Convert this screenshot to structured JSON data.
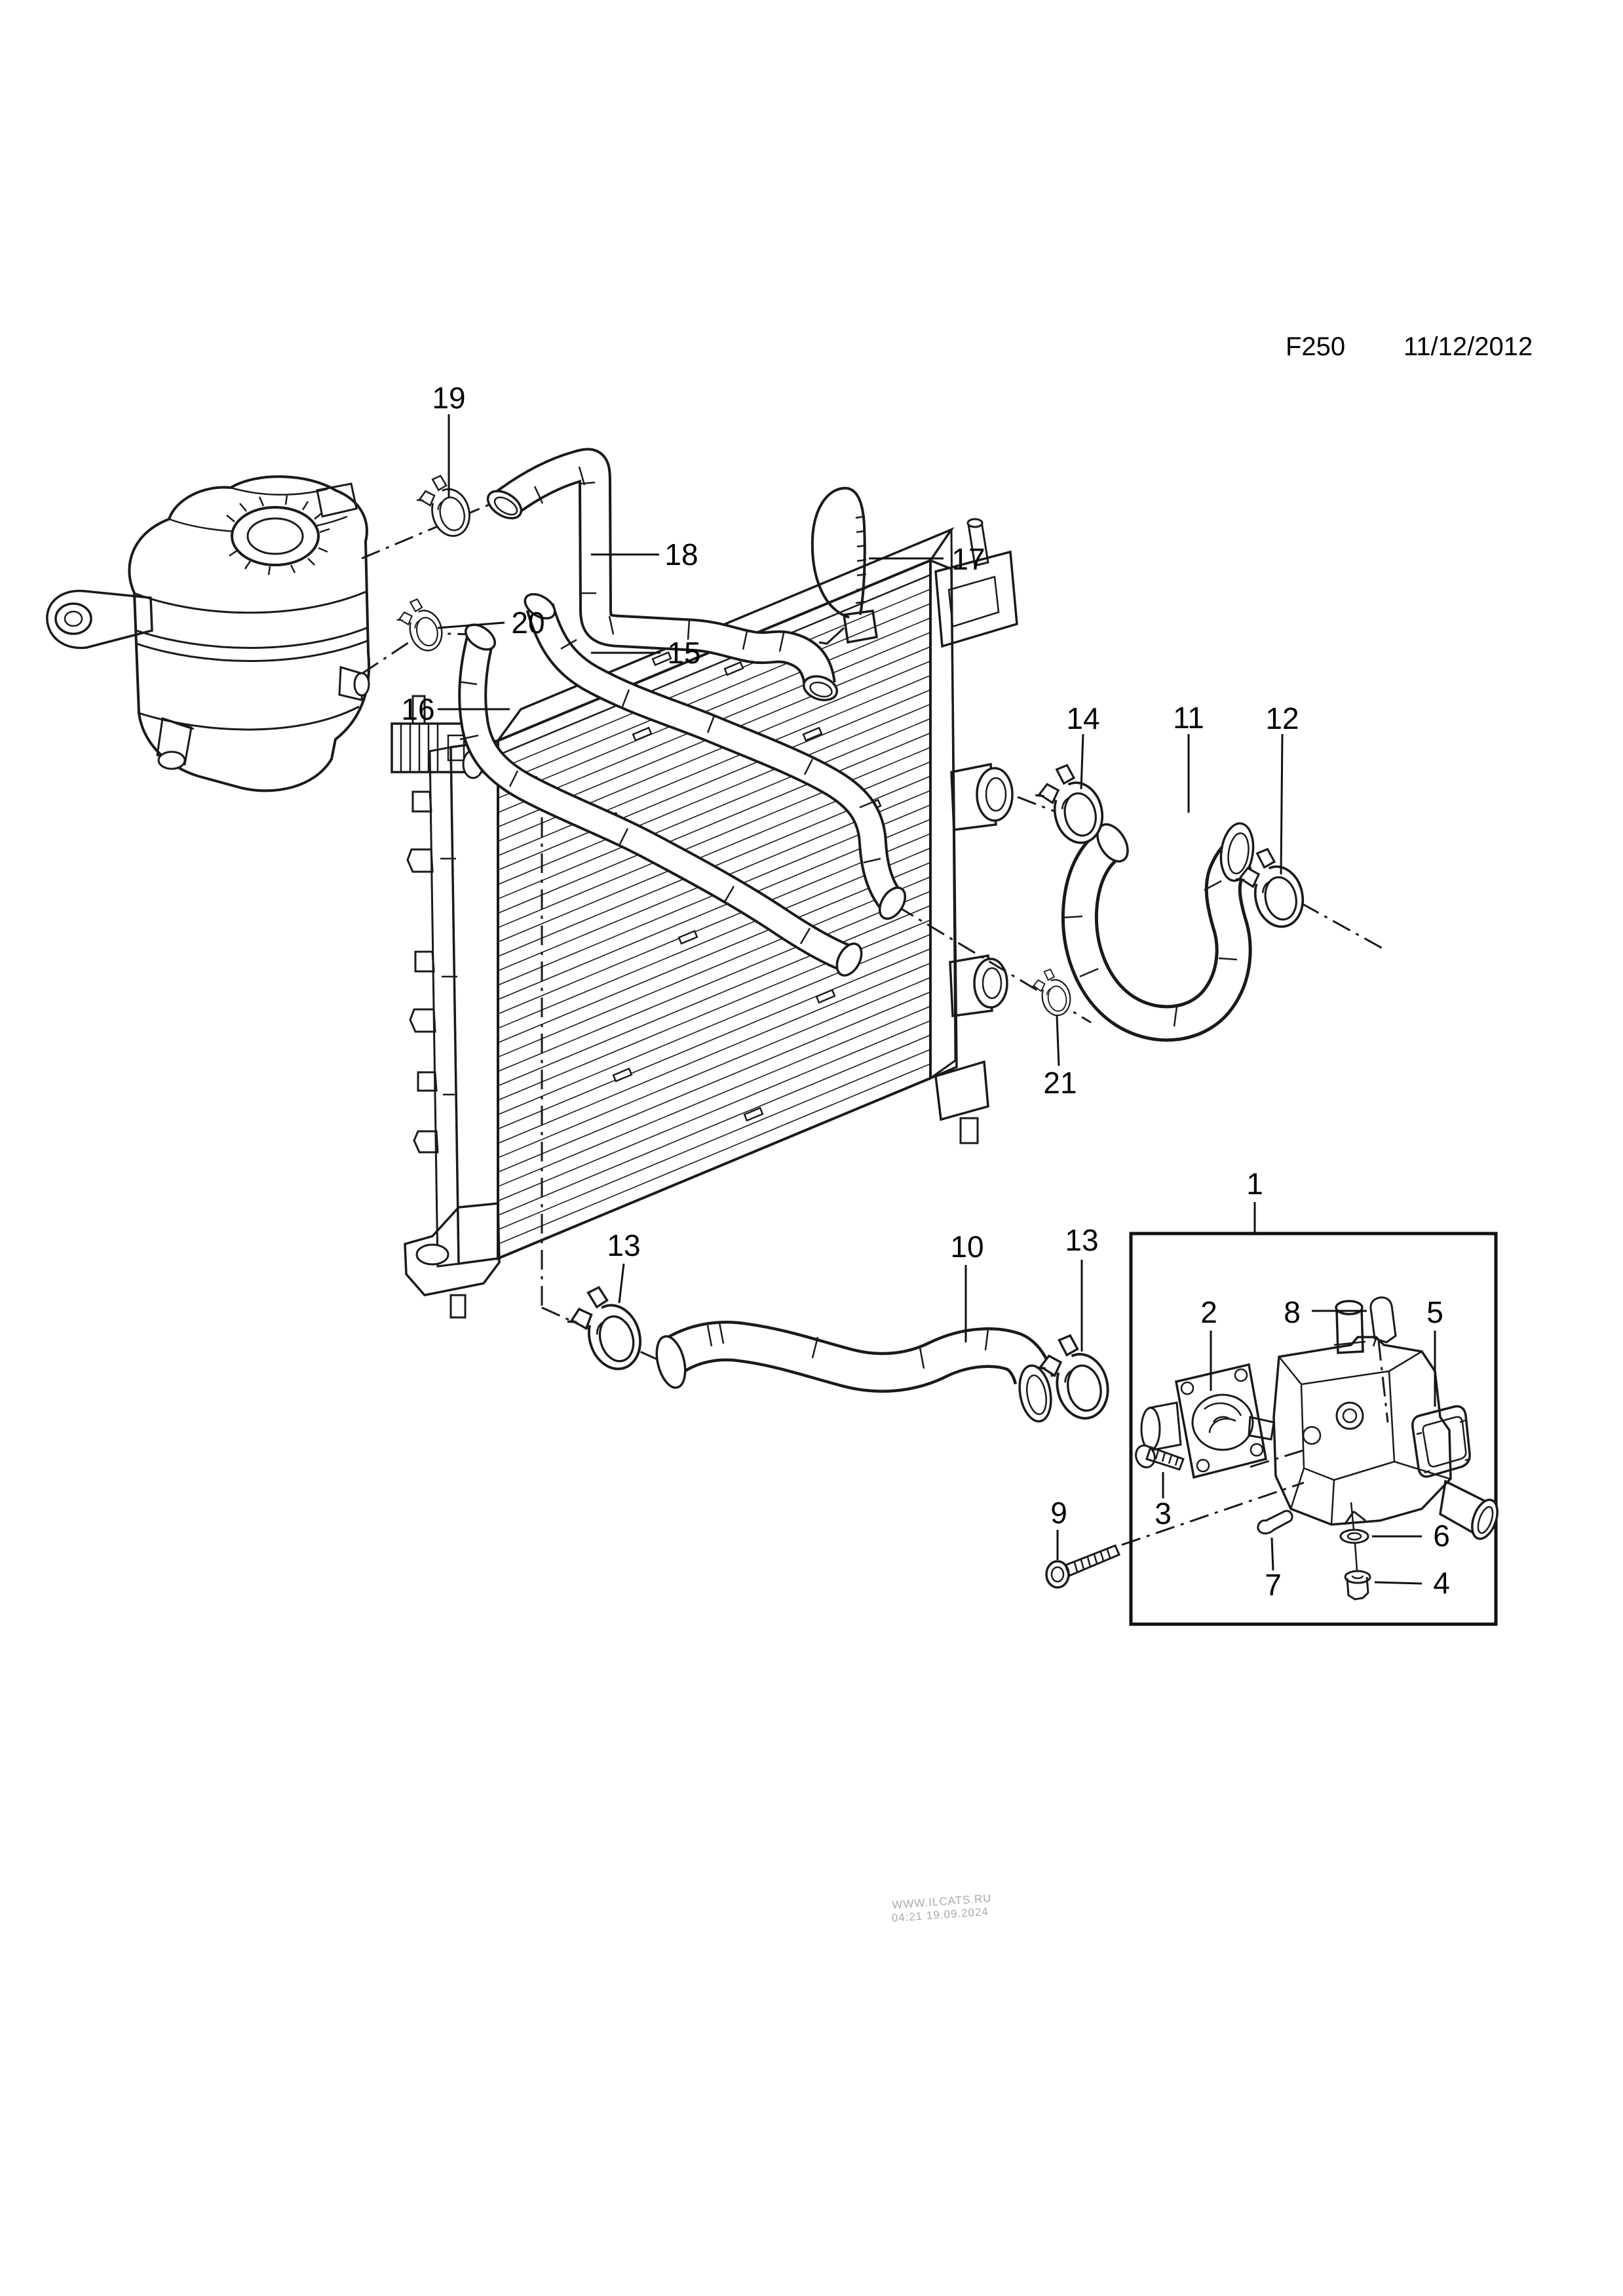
{
  "header": {
    "doc_code": "F250",
    "doc_date": "11/12/2012"
  },
  "watermark": {
    "line1": "WWW.ILCATS.RU",
    "line2": "04:21 19.09.2024"
  },
  "callouts": [
    {
      "num": "19"
    },
    {
      "num": "18"
    },
    {
      "num": "17"
    },
    {
      "num": "20"
    },
    {
      "num": "15"
    },
    {
      "num": "16"
    },
    {
      "num": "14"
    },
    {
      "num": "11"
    },
    {
      "num": "12"
    },
    {
      "num": "21"
    },
    {
      "num": "13"
    },
    {
      "num": "10"
    },
    {
      "num": "13"
    },
    {
      "num": "1"
    },
    {
      "num": "2"
    },
    {
      "num": "8"
    },
    {
      "num": "5"
    },
    {
      "num": "3"
    },
    {
      "num": "9"
    },
    {
      "num": "7"
    },
    {
      "num": "6"
    },
    {
      "num": "4"
    }
  ]
}
